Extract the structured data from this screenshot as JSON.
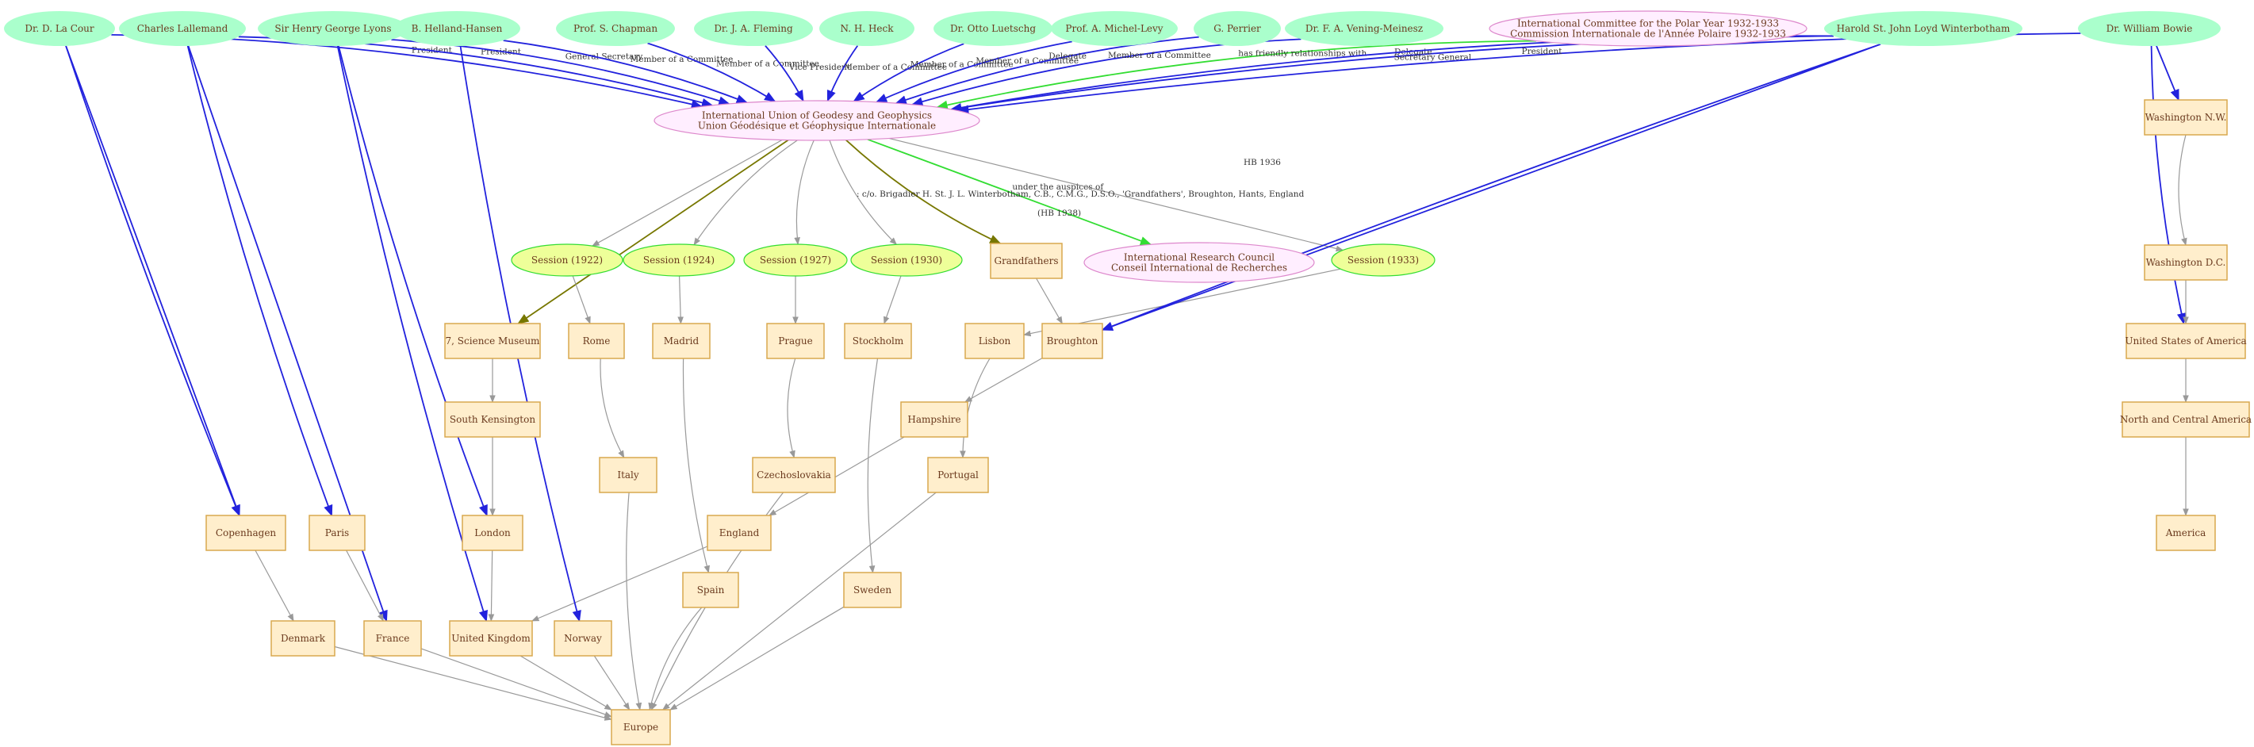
{
  "colors": {
    "person_fill": "#aaffcc",
    "org_fill": "#ffeeff",
    "org_stroke": "#dd88cc",
    "session_fill": "#eeff99",
    "session_stroke": "#33dd33",
    "place_fill": "#ffeecc",
    "place_stroke": "#d9a84e",
    "label_text": "#6b3a1e",
    "edge_blue": "#2222dd",
    "edge_green": "#33dd33",
    "edge_olive": "#777700",
    "edge_gray": "#999999"
  },
  "nodes": [
    {
      "id": "lacour",
      "kind": "person",
      "lines": [
        "Dr. D.  La Cour"
      ]
    },
    {
      "id": "lallemand",
      "kind": "person",
      "lines": [
        "Charles Lallemand"
      ]
    },
    {
      "id": "lyons",
      "kind": "person",
      "lines": [
        "Sir Henry George Lyons"
      ]
    },
    {
      "id": "helland",
      "kind": "person",
      "lines": [
        "B. Helland-Hansen"
      ]
    },
    {
      "id": "chapman",
      "kind": "person",
      "lines": [
        "Prof. S. Chapman"
      ]
    },
    {
      "id": "fleming",
      "kind": "person",
      "lines": [
        "Dr. J. A. Fleming"
      ]
    },
    {
      "id": "heck",
      "kind": "person",
      "lines": [
        "N. H. Heck"
      ]
    },
    {
      "id": "luetschg",
      "kind": "person",
      "lines": [
        "Dr. Otto Luetschg"
      ]
    },
    {
      "id": "michel",
      "kind": "person",
      "lines": [
        "Prof. A. Michel-Levy"
      ]
    },
    {
      "id": "perrier",
      "kind": "person",
      "lines": [
        "G. Perrier"
      ]
    },
    {
      "id": "vening",
      "kind": "person",
      "lines": [
        "Dr. F. A. Vening-Meinesz"
      ]
    },
    {
      "id": "polar",
      "kind": "org",
      "lines": [
        "International Committee for the Polar Year 1932-1933",
        "Commission Internationale de l'Année Polaire 1932-1933"
      ]
    },
    {
      "id": "winterbotham",
      "kind": "person",
      "lines": [
        "Harold St. John Loyd Winterbotham"
      ]
    },
    {
      "id": "bowie",
      "kind": "person",
      "lines": [
        "Dr. William Bowie"
      ]
    },
    {
      "id": "iugg",
      "kind": "org",
      "lines": [
        "International Union of Geodesy and Geophysics",
        "Union Géodésique et Géophysique Internationale"
      ]
    },
    {
      "id": "irc",
      "kind": "org",
      "lines": [
        "International Research Council",
        "Conseil International de Recherches"
      ]
    },
    {
      "id": "s1922",
      "kind": "session",
      "lines": [
        "Session (1922)"
      ]
    },
    {
      "id": "s1924",
      "kind": "session",
      "lines": [
        "Session (1924)"
      ]
    },
    {
      "id": "s1927",
      "kind": "session",
      "lines": [
        "Session (1927)"
      ]
    },
    {
      "id": "s1930",
      "kind": "session",
      "lines": [
        "Session (1930)"
      ]
    },
    {
      "id": "s1933",
      "kind": "session",
      "lines": [
        "Session (1933)"
      ]
    },
    {
      "id": "grandfathers",
      "kind": "place",
      "lines": [
        "Grandfathers"
      ]
    },
    {
      "id": "science",
      "kind": "place",
      "lines": [
        "7, Science Museum"
      ]
    },
    {
      "id": "rome",
      "kind": "place",
      "lines": [
        "Rome"
      ]
    },
    {
      "id": "madrid",
      "kind": "place",
      "lines": [
        "Madrid"
      ]
    },
    {
      "id": "prague",
      "kind": "place",
      "lines": [
        "Prague"
      ]
    },
    {
      "id": "stockholm",
      "kind": "place",
      "lines": [
        "Stockholm"
      ]
    },
    {
      "id": "lisbon",
      "kind": "place",
      "lines": [
        "Lisbon"
      ]
    },
    {
      "id": "broughton",
      "kind": "place",
      "lines": [
        "Broughton"
      ]
    },
    {
      "id": "washnw",
      "kind": "place",
      "lines": [
        "Washington N.W."
      ]
    },
    {
      "id": "washdc",
      "kind": "place",
      "lines": [
        "Washington D.C."
      ]
    },
    {
      "id": "usa",
      "kind": "place",
      "lines": [
        "United States of America"
      ]
    },
    {
      "id": "nca",
      "kind": "place",
      "lines": [
        "North and Central America"
      ]
    },
    {
      "id": "america",
      "kind": "place",
      "lines": [
        "America"
      ]
    },
    {
      "id": "southken",
      "kind": "place",
      "lines": [
        "South Kensington"
      ]
    },
    {
      "id": "hampshire",
      "kind": "place",
      "lines": [
        "Hampshire"
      ]
    },
    {
      "id": "italy",
      "kind": "place",
      "lines": [
        "Italy"
      ]
    },
    {
      "id": "czech",
      "kind": "place",
      "lines": [
        "Czechoslovakia"
      ]
    },
    {
      "id": "portugal",
      "kind": "place",
      "lines": [
        "Portugal"
      ]
    },
    {
      "id": "copenhagen",
      "kind": "place",
      "lines": [
        "Copenhagen"
      ]
    },
    {
      "id": "paris",
      "kind": "place",
      "lines": [
        "Paris"
      ]
    },
    {
      "id": "london",
      "kind": "place",
      "lines": [
        "London"
      ]
    },
    {
      "id": "england",
      "kind": "place",
      "lines": [
        "England"
      ]
    },
    {
      "id": "spain",
      "kind": "place",
      "lines": [
        "Spain"
      ]
    },
    {
      "id": "sweden",
      "kind": "place",
      "lines": [
        "Sweden"
      ]
    },
    {
      "id": "denmark",
      "kind": "place",
      "lines": [
        "Denmark"
      ]
    },
    {
      "id": "france",
      "kind": "place",
      "lines": [
        "France"
      ]
    },
    {
      "id": "uk",
      "kind": "place",
      "lines": [
        "United Kingdom"
      ]
    },
    {
      "id": "norway",
      "kind": "place",
      "lines": [
        "Norway"
      ]
    },
    {
      "id": "europe",
      "kind": "place",
      "lines": [
        "Europe"
      ]
    }
  ],
  "edges": [
    {
      "from": "lacour",
      "to": "iugg",
      "label": "President",
      "style": "blue"
    },
    {
      "from": "lallemand",
      "to": "iugg",
      "label": "President",
      "style": "blue"
    },
    {
      "from": "lyons",
      "to": "iugg",
      "label": "General Secretary",
      "style": "blue"
    },
    {
      "from": "helland",
      "to": "iugg",
      "label": "Member of a Committee",
      "style": "blue"
    },
    {
      "from": "chapman",
      "to": "iugg",
      "label": "Member of a Committee",
      "style": "blue"
    },
    {
      "from": "fleming",
      "to": "iugg",
      "label": "Vice President",
      "style": "blue"
    },
    {
      "from": "heck",
      "to": "iugg",
      "label": "Member of a Committee",
      "style": "blue"
    },
    {
      "from": "luetschg",
      "to": "iugg",
      "label": "Member of a Committee",
      "style": "blue"
    },
    {
      "from": "michel",
      "to": "iugg",
      "label": "Member of a Committee",
      "style": "blue"
    },
    {
      "from": "perrier",
      "to": "iugg",
      "label": "Delegate",
      "style": "blue"
    },
    {
      "from": "vening",
      "to": "iugg",
      "label": "Member of a Committee",
      "style": "blue"
    },
    {
      "from": "polar",
      "to": "iugg",
      "label": "has friendly relationships with",
      "style": "green"
    },
    {
      "from": "winterbotham",
      "to": "iugg",
      "label": "Delegate",
      "style": "blue"
    },
    {
      "from": "winterbotham",
      "to": "iugg",
      "label": "Secretary General",
      "style": "blue"
    },
    {
      "from": "bowie",
      "to": "iugg",
      "label": "President",
      "style": "blue"
    },
    {
      "from": "iugg",
      "to": "science",
      "label": "",
      "style": "olive"
    },
    {
      "from": "iugg",
      "to": "s1922",
      "label": "",
      "style": "gray"
    },
    {
      "from": "iugg",
      "to": "s1924",
      "label": "",
      "style": "gray"
    },
    {
      "from": "iugg",
      "to": "s1927",
      "label": "",
      "style": "gray"
    },
    {
      "from": "iugg",
      "to": "s1930",
      "label": "",
      "style": "gray"
    },
    {
      "from": "iugg",
      "to": "grandfathers",
      "label": "",
      "style": "olive"
    },
    {
      "from": "iugg",
      "to": "irc",
      "label": "under the auspices of",
      "style": "green"
    },
    {
      "from": "iugg",
      "to": "s1933",
      "label": "",
      "style": "gray"
    },
    {
      "from": "s1922",
      "to": "rome",
      "label": "",
      "style": "gray"
    },
    {
      "from": "s1924",
      "to": "madrid",
      "label": "",
      "style": "gray"
    },
    {
      "from": "s1927",
      "to": "prague",
      "label": "",
      "style": "gray"
    },
    {
      "from": "s1930",
      "to": "stockholm",
      "label": "",
      "style": "gray"
    },
    {
      "from": "s1933",
      "to": "lisbon",
      "label": "",
      "style": "gray"
    },
    {
      "from": "grandfathers",
      "to": "broughton",
      "label": "",
      "style": "gray"
    },
    {
      "from": "science",
      "to": "southken",
      "label": "",
      "style": "gray"
    },
    {
      "from": "southken",
      "to": "london",
      "label": "",
      "style": "gray"
    },
    {
      "from": "rome",
      "to": "italy",
      "label": "",
      "style": "gray"
    },
    {
      "from": "madrid",
      "to": "spain",
      "label": "",
      "style": "gray"
    },
    {
      "from": "prague",
      "to": "czech",
      "label": "",
      "style": "gray"
    },
    {
      "from": "stockholm",
      "to": "sweden",
      "label": "",
      "style": "gray"
    },
    {
      "from": "lisbon",
      "to": "portugal",
      "label": "",
      "style": "gray"
    },
    {
      "from": "broughton",
      "to": "hampshire",
      "label": "",
      "style": "gray"
    },
    {
      "from": "hampshire",
      "to": "england",
      "label": "",
      "style": "gray"
    },
    {
      "from": "england",
      "to": "uk",
      "label": "",
      "style": "gray"
    },
    {
      "from": "lacour",
      "to": "copenhagen",
      "label": "",
      "style": "blue"
    },
    {
      "from": "lacour",
      "to": "copenhagen",
      "label": "",
      "style": "blue"
    },
    {
      "from": "lallemand",
      "to": "paris",
      "label": "",
      "style": "blue"
    },
    {
      "from": "lallemand",
      "to": "france",
      "label": "",
      "style": "blue"
    },
    {
      "from": "lyons",
      "to": "london",
      "label": "",
      "style": "blue"
    },
    {
      "from": "lyons",
      "to": "uk",
      "label": "",
      "style": "blue"
    },
    {
      "from": "helland",
      "to": "norway",
      "label": "",
      "style": "blue"
    },
    {
      "from": "winterbotham",
      "to": "broughton",
      "label": "",
      "style": "blue"
    },
    {
      "from": "winterbotham",
      "to": "broughton",
      "label": "",
      "style": "blue"
    },
    {
      "from": "bowie",
      "to": "washnw",
      "label": "",
      "style": "blue"
    },
    {
      "from": "bowie",
      "to": "usa",
      "label": "",
      "style": "blue"
    },
    {
      "from": "washnw",
      "to": "washdc",
      "label": "",
      "style": "gray"
    },
    {
      "from": "washdc",
      "to": "usa",
      "label": "",
      "style": "gray"
    },
    {
      "from": "usa",
      "to": "nca",
      "label": "",
      "style": "gray"
    },
    {
      "from": "nca",
      "to": "america",
      "label": "",
      "style": "gray"
    },
    {
      "from": "copenhagen",
      "to": "denmark",
      "label": "",
      "style": "gray"
    },
    {
      "from": "paris",
      "to": "france",
      "label": "",
      "style": "gray"
    },
    {
      "from": "london",
      "to": "uk",
      "label": "",
      "style": "gray"
    },
    {
      "from": "denmark",
      "to": "europe",
      "label": "",
      "style": "gray"
    },
    {
      "from": "france",
      "to": "europe",
      "label": "",
      "style": "gray"
    },
    {
      "from": "uk",
      "to": "europe",
      "label": "",
      "style": "gray"
    },
    {
      "from": "norway",
      "to": "europe",
      "label": "",
      "style": "gray"
    },
    {
      "from": "italy",
      "to": "europe",
      "label": "",
      "style": "gray"
    },
    {
      "from": "spain",
      "to": "europe",
      "label": "",
      "style": "gray"
    },
    {
      "from": "czech",
      "to": "europe",
      "label": "",
      "style": "gray"
    },
    {
      "from": "sweden",
      "to": "europe",
      "label": "",
      "style": "gray"
    },
    {
      "from": "portugal",
      "to": "europe",
      "label": "",
      "style": "gray"
    }
  ],
  "annotations": [
    {
      "id": "address",
      "text": ": c/o. Brigadier H. St. J. L. Winterbotham, C.B., C.M.G., D.S.O., 'Grandfathers', Broughton, Hants, England"
    },
    {
      "id": "hb1938a",
      "text": "(HB 1938)"
    },
    {
      "id": "hb1936",
      "text": "HB 1936"
    }
  ]
}
